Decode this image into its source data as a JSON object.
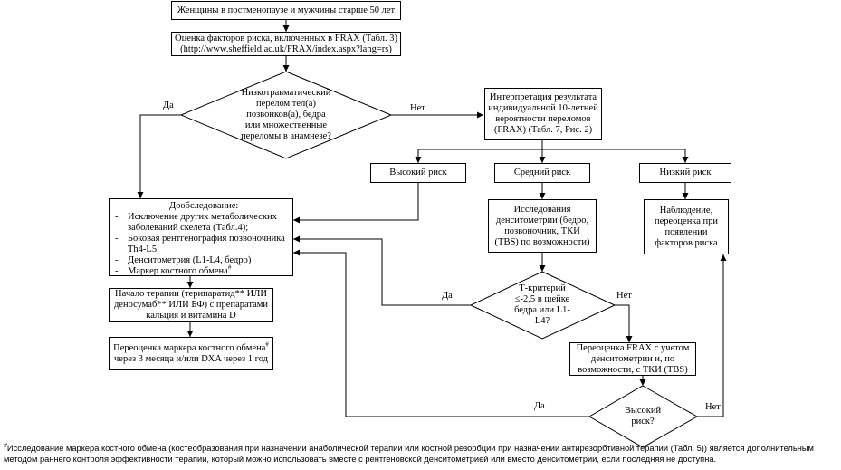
{
  "nodes": {
    "start": {
      "lines": [
        "Женщины в постменопаузе  и мужчины старше 50 лет"
      ]
    },
    "frax": {
      "lines": [
        "Оценка факторов риска, включенных в FRAX (Табл. 3)",
        "(http://www.sheffield.ac.uk/FRAX/index.aspx?lang=rs)"
      ]
    },
    "fracture_q": {
      "lines": [
        "Низкотравматический",
        "перелом тел(а)",
        "позвонков(а), бедра",
        "или множественные",
        "переломы в анамнезе?"
      ]
    },
    "interpret": {
      "lines": [
        "Интерпретация результата",
        "индивидуальной 10-летней",
        "вероятности переломов",
        "(FRAX) (Табл. 7, Рис. 2)"
      ]
    },
    "high_risk": {
      "lines": [
        "Высокий риск"
      ]
    },
    "mid_risk": {
      "lines": [
        "Средний риск"
      ]
    },
    "low_risk": {
      "lines": [
        "Низкий риск"
      ]
    },
    "extra_exam": {
      "title": "Дообследование:",
      "items": [
        {
          "dash": "-",
          "lines": [
            "Исключение других метаболических",
            "заболеваний скелета (Табл.4);"
          ]
        },
        {
          "dash": "-",
          "lines": [
            "Боковая рентгенография позвоночника",
            "Th4-L5;"
          ]
        },
        {
          "dash": "-",
          "lines": [
            "Денситометрия (L1-L4, бедро)"
          ]
        },
        {
          "dash": "-",
          "lines": [
            "Маркер костного обмена"
          ],
          "sup": "#"
        }
      ]
    },
    "densitometry": {
      "lines": [
        "Исследования",
        "денситометрии (бедро,",
        "позвоночник, ТКИ",
        "(TBS) по возможности)"
      ]
    },
    "observation": {
      "lines": [
        "Наблюдение,",
        "переоценка при",
        "появлении",
        "факторов риска"
      ]
    },
    "therapy": {
      "lines": [
        "Начало терапии (терипаратид** ИЛИ",
        "деносумаб** ИЛИ БФ) с препаратами",
        "кальция и витамина D"
      ]
    },
    "tscore_q": {
      "lines": [
        "Т-критерий",
        "≤-2,5 в шейке",
        "бедра или L1-",
        "L4?"
      ]
    },
    "reassess_marker": {
      "lines_sup": [
        {
          "text": "Переоценка маркера костного обмена",
          "sup": "#"
        }
      ],
      "lines": [
        "через 3 месяца и/или DXA через 1 год"
      ]
    },
    "reassess_frax": {
      "lines": [
        "Переоценка FRAX с учетом",
        "денситометрии и, по",
        "возможности, с ТКИ (TBS)"
      ]
    },
    "high_risk_q": {
      "lines": [
        "Высокий",
        "риск?"
      ]
    }
  },
  "labels": {
    "yes": "Да",
    "no": "Нет"
  },
  "footnote": {
    "mark": "#",
    "line1": "Исследование маркера костного обмена (костеобразования при назначении анаболической терапии или костной резорбции при назначении антирезорбтивной терапии (Табл. 5)) является дополнительным",
    "line2": "методом раннего контроля эффективности терапии, который можно использовать вместе с рентгеновской денситометрией или  вместо денситометрии, если последняя не доступна."
  }
}
